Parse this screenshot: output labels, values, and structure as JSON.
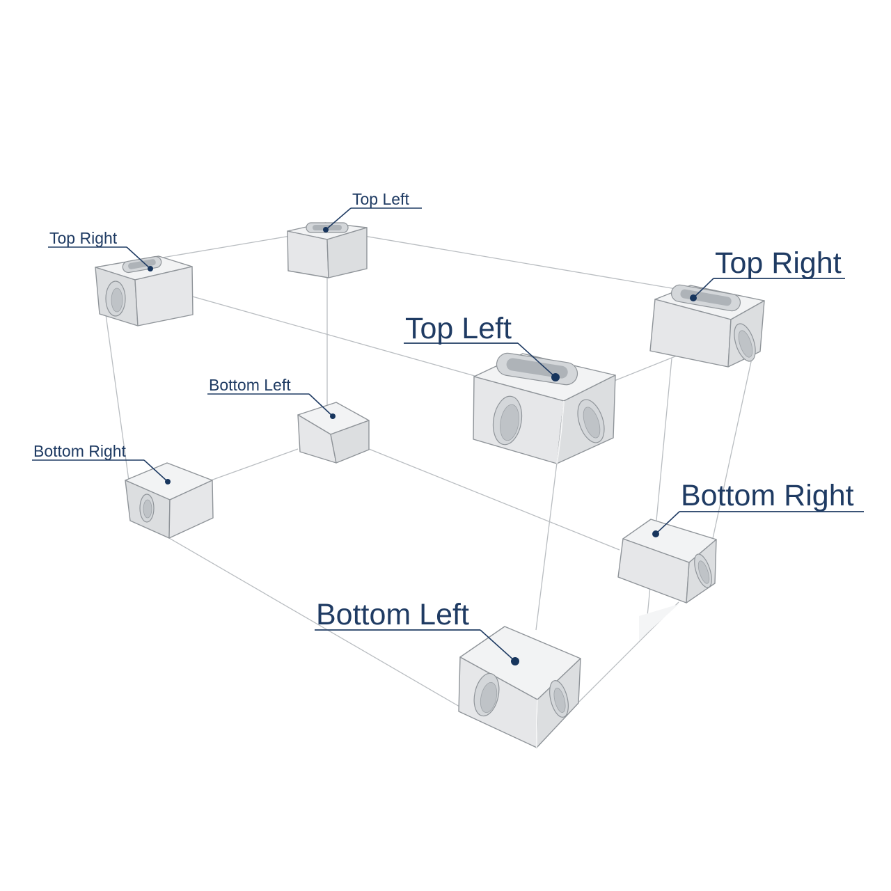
{
  "diagram": {
    "title": "Container corner castings",
    "colors": {
      "label": "#1f3b63",
      "dot": "#17355d",
      "frame": "#b9bdc1",
      "casting_top": "#f2f3f4",
      "casting_front": "#e6e7e9",
      "casting_side": "#dcdee0",
      "background": "#ffffff"
    },
    "labels": {
      "back_top_left": "Top Left",
      "back_top_right": "Top Right",
      "back_bottom_left": "Bottom Left",
      "back_bottom_right": "Bottom Right",
      "front_top_left": "Top Left",
      "front_top_right": "Top Right",
      "front_bottom_left": "Bottom Left",
      "front_bottom_right": "Bottom Right"
    }
  }
}
